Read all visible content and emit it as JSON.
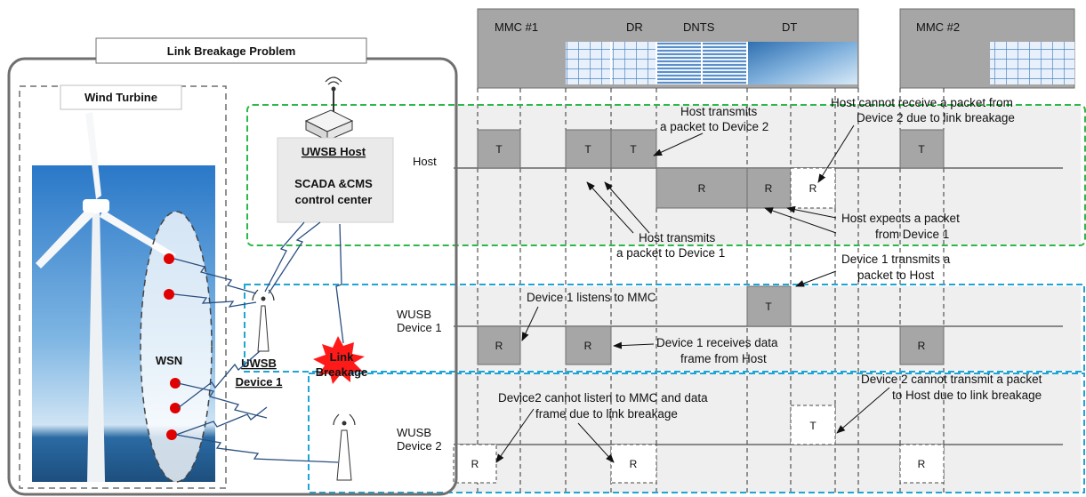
{
  "colors": {
    "host_border": "#2db84a",
    "device_border": "#1ea5d6",
    "burst": "#ff1a1a",
    "sensor": "#e00000",
    "slot_fill": "#a6a6a6",
    "zone_fill": "#efefef"
  },
  "left": {
    "title": "Link Breakage Problem",
    "wind_turbine_label": "Wind Turbine",
    "wsn_label": "WSN",
    "host_title": "UWSB Host",
    "host_sub1": "SCADA &CMS",
    "host_sub2": "control center",
    "device1_label1": "UWSB",
    "device1_label2": "Device 1",
    "link_breakage_1": "Link",
    "link_breakage_2": "Breakage"
  },
  "frame": {
    "mmc1": "MMC #1",
    "dr": "DR",
    "dnts": "DNTS",
    "dt": "DT",
    "mmc2": "MMC #2"
  },
  "rows": {
    "host": "Host",
    "dev1_a": "WUSB",
    "dev1_b": "Device 1",
    "dev2_a": "WUSB",
    "dev2_b": "Device 2"
  },
  "slots": {
    "t": "T",
    "r": "R"
  },
  "annotations": {
    "host_cannot_1": "Host cannot receive a packet from",
    "host_cannot_2": "Device 2 due to link breakage",
    "host_tx_d2_1": "Host transmits",
    "host_tx_d2_2": "a packet to Device 2",
    "host_tx_d1_1": "Host transmits",
    "host_tx_d1_2": "a packet to Device 1",
    "host_expects_1": "Host expects a packet",
    "host_expects_2": "from Device 1",
    "d1_tx_1": "Device 1 transmits a",
    "d1_tx_2": "packet to Host",
    "d1_listens": "Device 1 listens to MMC",
    "d1_receives_1": "Device 1 receives data",
    "d1_receives_2": "frame from Host",
    "d2_cannot_tx_1": "Device 2 cannot transmit a packet",
    "d2_cannot_tx_2": "to Host due to link breakage",
    "d2_cannot_listen_1": "Device2 cannot listen to MMC and data",
    "d2_cannot_listen_2": "frame due to link breakage"
  }
}
